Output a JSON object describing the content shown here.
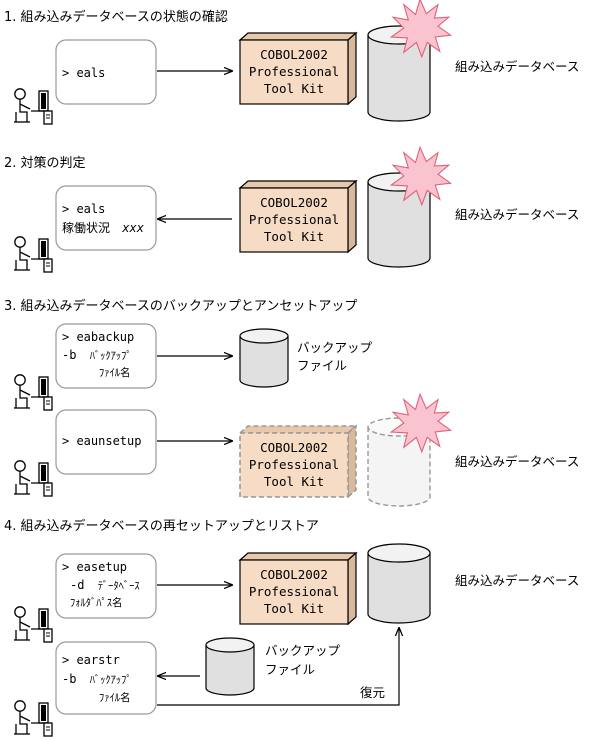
{
  "section1": {
    "title": "1. 組み込みデータベースの状態の確認",
    "cmd_line1": "> eals",
    "tk_line1": "COBOL2002",
    "tk_line2": "Professional",
    "tk_line3": "Tool Kit",
    "db_label": "組み込みデータベース"
  },
  "section2": {
    "title": "2. 対策の判定",
    "cmd_line1": "> eals",
    "cmd_line2_prefix": "稼働状況",
    "cmd_line2_value": "xxx",
    "tk_line1": "COBOL2002",
    "tk_line2": "Professional",
    "tk_line3": "Tool Kit",
    "db_label": "組み込みデータベース"
  },
  "section3": {
    "title": "3.  組み込みデータベースのバックアップとアンセットアップ",
    "backup_cmd_line1": "> eabackup",
    "backup_cmd_line2_opt": "-b",
    "backup_cmd_line2_arg": "ﾊﾞｯｸｱｯﾌﾟ",
    "backup_cmd_line3": "ﾌｧｲﾙ名",
    "backup_file_line1": "バックアップ",
    "backup_file_line2": "ファイル",
    "unsetup_cmd_line1": "> eaunsetup",
    "tk_line1": "COBOL2002",
    "tk_line2": "Professional",
    "tk_line3": "Tool Kit",
    "db_label": "組み込みデータベース"
  },
  "section4": {
    "title": "4.  組み込みデータベースの再セットアップとリストア",
    "setup_cmd_line1": "> easetup",
    "setup_cmd_line2_opt": "-d",
    "setup_cmd_line2_arg": "ﾃﾞｰﾀﾍﾞｰｽ",
    "setup_cmd_line3": "ﾌｫﾙﾀﾞﾊﾟｽ名",
    "tk_line1": "COBOL2002",
    "tk_line2": "Professional",
    "tk_line3": "Tool Kit",
    "db_label": "組み込みデータベース",
    "backup_file_line1": "バックアップ",
    "backup_file_line2": "ファイル",
    "restore_cmd_line1": "> earstr",
    "restore_cmd_line2_opt": "-b",
    "restore_cmd_line2_arg": "ﾊﾞｯｸｱｯﾌﾟ",
    "restore_cmd_line3": "ﾌｧｲﾙ名",
    "restore_label": "復元"
  },
  "colors": {
    "toolkit_fill": "#f6dcc4",
    "toolkit_side": "#d9b99c",
    "toolkit_top": "#e8c8aa",
    "cylinder_body": "#e0e0e0",
    "cylinder_top": "#f2f2f2",
    "burst_fill": "#f9c4cf",
    "burst_stroke": "#e0607a",
    "stroke": "#000000",
    "dashed_stroke": "#999999"
  },
  "icons": {
    "user": "user-at-computer-icon",
    "burst": "error-burst-icon"
  }
}
